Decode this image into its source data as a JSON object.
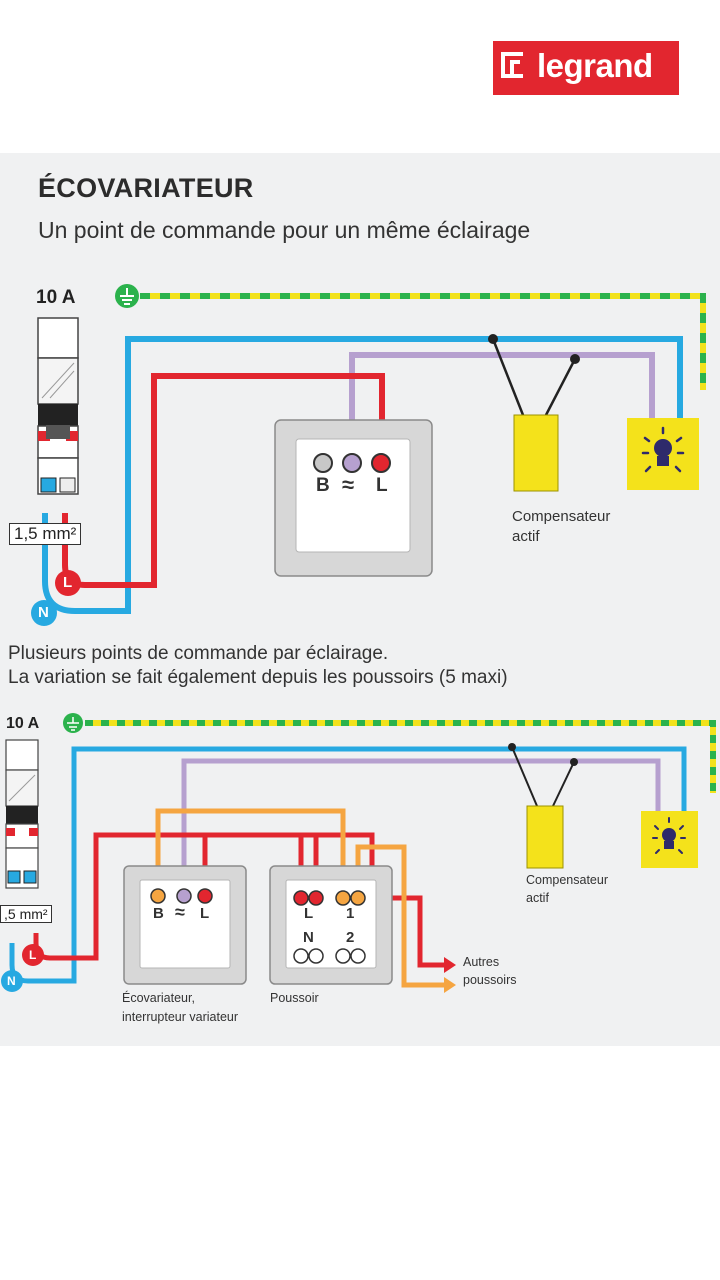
{
  "brand": {
    "name": "legrand",
    "color": "#e2262f"
  },
  "diagram1": {
    "title": "ÉCOVARIATEUR",
    "subtitle": "Un point de commande pour un même éclairage",
    "breaker_rating": "10 A",
    "cable_section": "1,5 mm²",
    "dimmer_terminals": {
      "b": "B",
      "dim": "≈",
      "l": "L"
    },
    "compensator_label_1": "Compensateur",
    "compensator_label_2": "actif",
    "phase_marker": "L",
    "neutral_marker": "N"
  },
  "text_block": {
    "line1": "Plusieurs points de commande par éclairage.",
    "line2": "La variation se fait également depuis les poussoirs (5 maxi)"
  },
  "diagram2": {
    "breaker_rating": "10 A",
    "cable_section": ",5 mm²",
    "dimmer_terminals": {
      "b": "B",
      "dim": "≈",
      "l": "L"
    },
    "push_terminals": {
      "l": "L",
      "one": "1",
      "n": "N",
      "two": "2"
    },
    "dimmer_label_1": "Écovariateur,",
    "dimmer_label_2": "interrupteur variateur",
    "push_label": "Poussoir",
    "other_push_1": "Autres",
    "other_push_2": "poussoirs",
    "compensator_label_1": "Compensateur",
    "compensator_label_2": "actif",
    "phase_marker": "L",
    "neutral_marker": "N"
  },
  "colors": {
    "earth_green": "#2bb24c",
    "earth_yellow": "#f2e21c",
    "neutral_blue": "#27a9e1",
    "phase_red": "#e2262f",
    "dim_purple": "#b6a0cf",
    "push_orange": "#f5a541",
    "lamp_yellow": "#f4e21b",
    "compensator_yellow": "#f4e21b"
  }
}
